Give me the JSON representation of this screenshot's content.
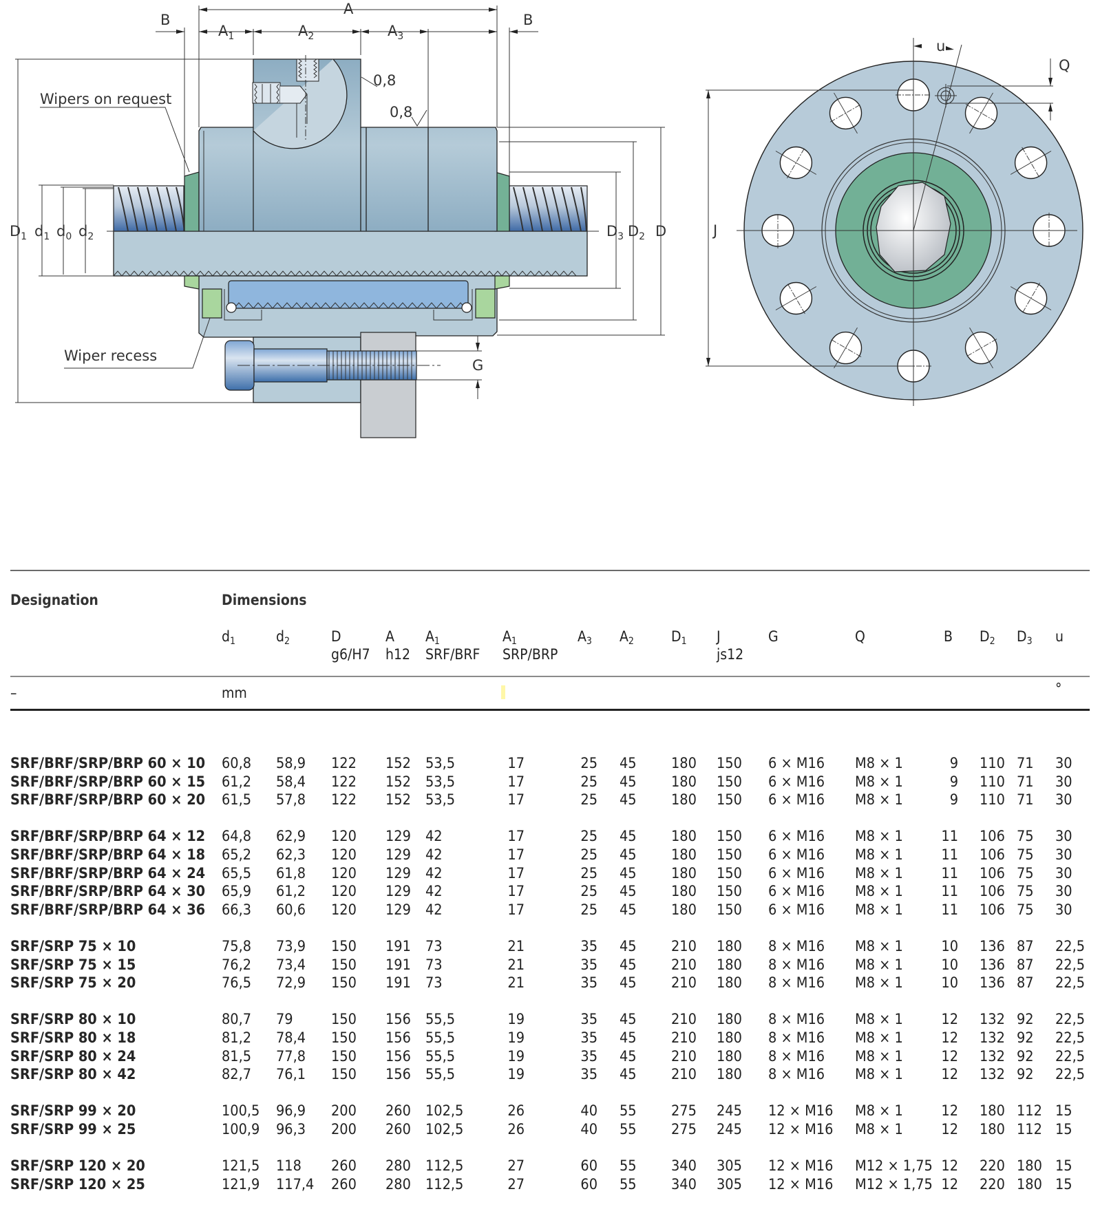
{
  "drawing": {
    "side_view": {
      "dimension_labels": {
        "A": "A",
        "A1": "A",
        "A1_sub": "1",
        "A2": "A",
        "A2_sub": "2",
        "A3": "A",
        "A3_sub": "3",
        "B_left": "B",
        "B_right": "B",
        "D1": "D",
        "D1_sub": "1",
        "d1": "d",
        "d1_sub": "1",
        "d0": "d",
        "d0_sub": "0",
        "d2": "d",
        "d2_sub": "2",
        "D3": "D",
        "D3_sub": "3",
        "D2": "D",
        "D2_sub": "2",
        "D": "D",
        "G": "G",
        "roughness_1": "0,8",
        "roughness_2": "0,8"
      },
      "callouts": {
        "wipers": "Wipers on request",
        "wiper_recess": "Wiper recess"
      }
    },
    "front_view": {
      "dimension_labels": {
        "u": "u",
        "Q": "Q",
        "J": "J"
      },
      "bolt_hole_count": 12
    }
  },
  "table": {
    "header": {
      "designation": "Designation",
      "dimensions": "Dimensions",
      "columns": [
        {
          "key": "d1",
          "main": "d",
          "sub": "1",
          "line2": ""
        },
        {
          "key": "d2",
          "main": "d",
          "sub": "2",
          "line2": ""
        },
        {
          "key": "D",
          "main": "D",
          "sub": "",
          "line2": "g6/H7"
        },
        {
          "key": "A",
          "main": "A",
          "sub": "",
          "line2": "h12"
        },
        {
          "key": "A1_srf",
          "main": "A",
          "sub": "1",
          "line2": "SRF/BRF"
        },
        {
          "key": "A1_srp",
          "main": "A",
          "sub": "1",
          "line2": "SRP/BRP"
        },
        {
          "key": "A3",
          "main": "A",
          "sub": "3",
          "line2": ""
        },
        {
          "key": "A2",
          "main": "A",
          "sub": "2",
          "line2": ""
        },
        {
          "key": "D1",
          "main": "D",
          "sub": "1",
          "line2": ""
        },
        {
          "key": "J",
          "main": "J",
          "sub": "",
          "line2": "js12"
        },
        {
          "key": "G",
          "main": "G",
          "sub": "",
          "line2": ""
        },
        {
          "key": "Q",
          "main": "Q",
          "sub": "",
          "line2": ""
        },
        {
          "key": "B",
          "main": "B",
          "sub": "",
          "line2": ""
        },
        {
          "key": "D2",
          "main": "D",
          "sub": "2",
          "line2": ""
        },
        {
          "key": "D3",
          "main": "D",
          "sub": "3",
          "line2": ""
        },
        {
          "key": "u",
          "main": "u",
          "sub": "",
          "line2": ""
        }
      ],
      "unit_designation": "–",
      "unit_mm": "mm",
      "unit_u": "°"
    },
    "groups": [
      {
        "rows": [
          [
            "SRF/BRF/SRP/BRP 60 × 10",
            "60,8",
            "58,9",
            "122",
            "152",
            "53,5",
            "17",
            "25",
            "45",
            "180",
            "150",
            "6 × M16",
            "M8 × 1",
            "9",
            "110",
            "71",
            "30"
          ],
          [
            "SRF/BRF/SRP/BRP 60 × 15",
            "61,2",
            "58,4",
            "122",
            "152",
            "53,5",
            "17",
            "25",
            "45",
            "180",
            "150",
            "6 × M16",
            "M8 × 1",
            "9",
            "110",
            "71",
            "30"
          ],
          [
            "SRF/BRF/SRP/BRP 60 × 20",
            "61,5",
            "57,8",
            "122",
            "152",
            "53,5",
            "17",
            "25",
            "45",
            "180",
            "150",
            "6 × M16",
            "M8 × 1",
            "9",
            "110",
            "71",
            "30"
          ]
        ]
      },
      {
        "rows": [
          [
            "SRF/BRF/SRP/BRP 64 × 12",
            "64,8",
            "62,9",
            "120",
            "129",
            "42",
            "17",
            "25",
            "45",
            "180",
            "150",
            "6 × M16",
            "M8 × 1",
            "11",
            "106",
            "75",
            "30"
          ],
          [
            "SRF/BRF/SRP/BRP 64 × 18",
            "65,2",
            "62,3",
            "120",
            "129",
            "42",
            "17",
            "25",
            "45",
            "180",
            "150",
            "6 × M16",
            "M8 × 1",
            "11",
            "106",
            "75",
            "30"
          ],
          [
            "SRF/BRF/SRP/BRP 64 × 24",
            "65,5",
            "61,8",
            "120",
            "129",
            "42",
            "17",
            "25",
            "45",
            "180",
            "150",
            "6 × M16",
            "M8 × 1",
            "11",
            "106",
            "75",
            "30"
          ],
          [
            "SRF/BRF/SRP/BRP 64 × 30",
            "65,9",
            "61,2",
            "120",
            "129",
            "42",
            "17",
            "25",
            "45",
            "180",
            "150",
            "6 × M16",
            "M8 × 1",
            "11",
            "106",
            "75",
            "30"
          ],
          [
            "SRF/BRF/SRP/BRP 64 × 36",
            "66,3",
            "60,6",
            "120",
            "129",
            "42",
            "17",
            "25",
            "45",
            "180",
            "150",
            "6 × M16",
            "M8 × 1",
            "11",
            "106",
            "75",
            "30"
          ]
        ]
      },
      {
        "rows": [
          [
            "SRF/SRP 75 × 10",
            "75,8",
            "73,9",
            "150",
            "191",
            "73",
            "21",
            "35",
            "45",
            "210",
            "180",
            "8 × M16",
            "M8 × 1",
            "10",
            "136",
            "87",
            "22,5"
          ],
          [
            "SRF/SRP 75 × 15",
            "76,2",
            "73,4",
            "150",
            "191",
            "73",
            "21",
            "35",
            "45",
            "210",
            "180",
            "8 × M16",
            "M8 × 1",
            "10",
            "136",
            "87",
            "22,5"
          ],
          [
            "SRF/SRP 75 × 20",
            "76,5",
            "72,9",
            "150",
            "191",
            "73",
            "21",
            "35",
            "45",
            "210",
            "180",
            "8 × M16",
            "M8 × 1",
            "10",
            "136",
            "87",
            "22,5"
          ]
        ]
      },
      {
        "rows": [
          [
            "SRF/SRP 80 × 10",
            "80,7",
            "79",
            "150",
            "156",
            "55,5",
            "19",
            "35",
            "45",
            "210",
            "180",
            "8 × M16",
            "M8 × 1",
            "12",
            "132",
            "92",
            "22,5"
          ],
          [
            "SRF/SRP 80 × 18",
            "81,2",
            "78,4",
            "150",
            "156",
            "55,5",
            "19",
            "35",
            "45",
            "210",
            "180",
            "8 × M16",
            "M8 × 1",
            "12",
            "132",
            "92",
            "22,5"
          ],
          [
            "SRF/SRP 80 × 24",
            "81,5",
            "77,8",
            "150",
            "156",
            "55,5",
            "19",
            "35",
            "45",
            "210",
            "180",
            "8 × M16",
            "M8 × 1",
            "12",
            "132",
            "92",
            "22,5"
          ],
          [
            "SRF/SRP 80 × 42",
            "82,7",
            "76,1",
            "150",
            "156",
            "55,5",
            "19",
            "35",
            "45",
            "210",
            "180",
            "8 × M16",
            "M8 × 1",
            "12",
            "132",
            "92",
            "22,5"
          ]
        ]
      },
      {
        "rows": [
          [
            "SRF/SRP 99 × 20",
            "100,5",
            "96,9",
            "200",
            "260",
            "102,5",
            "26",
            "40",
            "55",
            "275",
            "245",
            "12 × M16",
            "M8 × 1",
            "12",
            "180",
            "112",
            "15"
          ],
          [
            "SRF/SRP 99 × 25",
            "100,9",
            "96,3",
            "200",
            "260",
            "102,5",
            "26",
            "40",
            "55",
            "275",
            "245",
            "12 × M16",
            "M8 × 1",
            "12",
            "180",
            "112",
            "15"
          ]
        ]
      },
      {
        "rows": [
          [
            "SRF/SRP 120 × 20",
            "121,5",
            "118",
            "260",
            "280",
            "112,5",
            "27",
            "60",
            "55",
            "340",
            "305",
            "12 × M16",
            "M12 × 1,75",
            "12",
            "220",
            "180",
            "15"
          ],
          [
            "SRF/SRP 120 × 25",
            "121,9",
            "117,4",
            "260",
            "280",
            "112,5",
            "27",
            "60",
            "55",
            "340",
            "305",
            "12 × M16",
            "M12 × 1,75",
            "12",
            "220",
            "180",
            "15"
          ]
        ]
      }
    ]
  }
}
